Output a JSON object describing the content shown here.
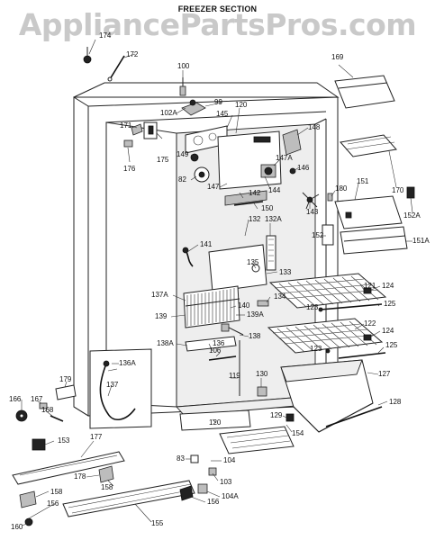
{
  "header": {
    "watermark": "AppliancePartsPros.com",
    "section_title": "FREEZER SECTION"
  },
  "callouts": [
    {
      "id": "c174",
      "text": "174"
    },
    {
      "id": "c172",
      "text": "172"
    },
    {
      "id": "c100",
      "text": "100"
    },
    {
      "id": "c169",
      "text": "169"
    },
    {
      "id": "c99",
      "text": "99"
    },
    {
      "id": "c102a",
      "text": "102A"
    },
    {
      "id": "c145",
      "text": "145"
    },
    {
      "id": "c120a",
      "text": "120"
    },
    {
      "id": "c171",
      "text": "171"
    },
    {
      "id": "c148",
      "text": "148"
    },
    {
      "id": "c175",
      "text": "175"
    },
    {
      "id": "c176",
      "text": "176"
    },
    {
      "id": "c149",
      "text": "149"
    },
    {
      "id": "c147a",
      "text": "147A"
    },
    {
      "id": "c146",
      "text": "146"
    },
    {
      "id": "c82",
      "text": "82"
    },
    {
      "id": "c147",
      "text": "147"
    },
    {
      "id": "c144",
      "text": "144"
    },
    {
      "id": "c142",
      "text": "142"
    },
    {
      "id": "c180",
      "text": "180"
    },
    {
      "id": "c151",
      "text": "151"
    },
    {
      "id": "c170",
      "text": "170"
    },
    {
      "id": "c143",
      "text": "143"
    },
    {
      "id": "c150",
      "text": "150"
    },
    {
      "id": "c152a",
      "text": "152A"
    },
    {
      "id": "c132",
      "text": "132"
    },
    {
      "id": "c132a",
      "text": "132A"
    },
    {
      "id": "c152",
      "text": "152"
    },
    {
      "id": "c151a",
      "text": "151A"
    },
    {
      "id": "c141",
      "text": "141"
    },
    {
      "id": "c135",
      "text": "135"
    },
    {
      "id": "c133",
      "text": "133"
    },
    {
      "id": "c121",
      "text": "121"
    },
    {
      "id": "c124a",
      "text": "124"
    },
    {
      "id": "c137a",
      "text": "137A"
    },
    {
      "id": "c134",
      "text": "134"
    },
    {
      "id": "c123a",
      "text": "123"
    },
    {
      "id": "c125a",
      "text": "125"
    },
    {
      "id": "c140",
      "text": "140"
    },
    {
      "id": "c139",
      "text": "139"
    },
    {
      "id": "c139a",
      "text": "139A"
    },
    {
      "id": "c122",
      "text": "122"
    },
    {
      "id": "c124b",
      "text": "124"
    },
    {
      "id": "c138",
      "text": "138"
    },
    {
      "id": "c138a",
      "text": "138A"
    },
    {
      "id": "c106",
      "text": "106"
    },
    {
      "id": "c136",
      "text": "136"
    },
    {
      "id": "c125b",
      "text": "125"
    },
    {
      "id": "c123b",
      "text": "123"
    },
    {
      "id": "c136a",
      "text": "136A"
    },
    {
      "id": "c127",
      "text": "127"
    },
    {
      "id": "c179",
      "text": "179"
    },
    {
      "id": "c119",
      "text": "119"
    },
    {
      "id": "c130",
      "text": "130"
    },
    {
      "id": "c137",
      "text": "137"
    },
    {
      "id": "c166",
      "text": "166"
    },
    {
      "id": "c167",
      "text": "167"
    },
    {
      "id": "c168",
      "text": "168"
    },
    {
      "id": "c128",
      "text": "128"
    },
    {
      "id": "c129",
      "text": "129"
    },
    {
      "id": "c120b",
      "text": "120"
    },
    {
      "id": "c154",
      "text": "154"
    },
    {
      "id": "c153",
      "text": "153"
    },
    {
      "id": "c177",
      "text": "177"
    },
    {
      "id": "c83",
      "text": "83"
    },
    {
      "id": "c104",
      "text": "104"
    },
    {
      "id": "c178",
      "text": "178"
    },
    {
      "id": "c158a",
      "text": "158"
    },
    {
      "id": "c103",
      "text": "103"
    },
    {
      "id": "c104a",
      "text": "104A"
    },
    {
      "id": "c158b",
      "text": "158"
    },
    {
      "id": "c156a",
      "text": "156"
    },
    {
      "id": "c156b",
      "text": "156"
    },
    {
      "id": "c160",
      "text": "160"
    },
    {
      "id": "c155",
      "text": "155"
    }
  ]
}
